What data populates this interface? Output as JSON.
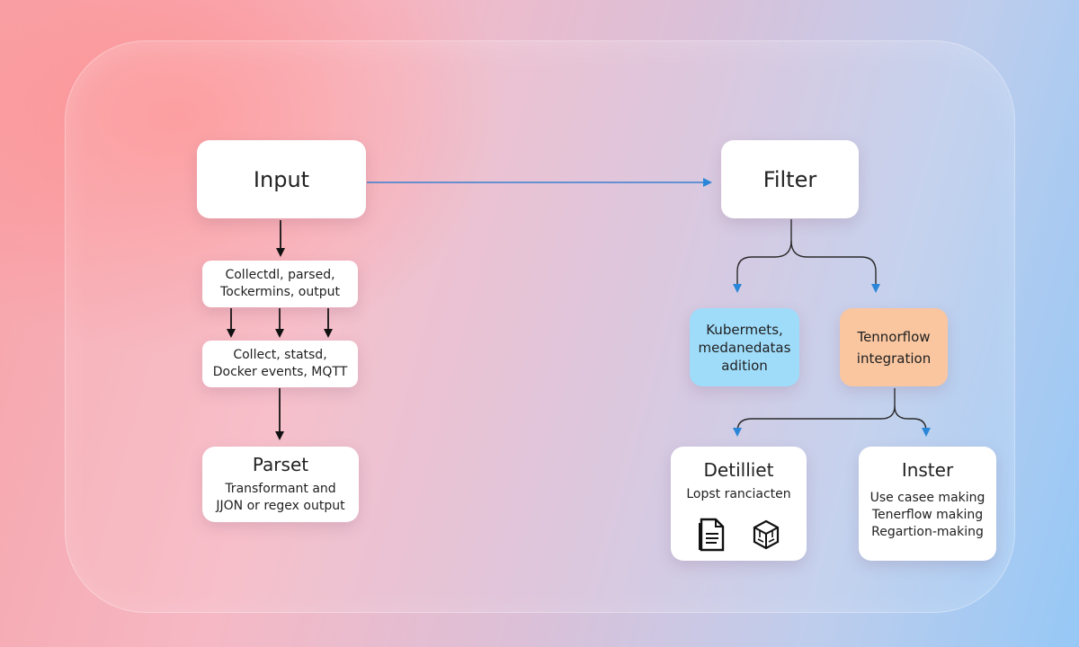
{
  "nodes": {
    "input": {
      "title": "Input"
    },
    "filter": {
      "title": "Filter"
    },
    "collect1": {
      "line1": "Collectdl, parsed,",
      "line2": "Tockermins, output"
    },
    "collect2": {
      "line1": "Collect, statsd,",
      "line2": "Docker events, MQTT"
    },
    "parset": {
      "title": "Parset",
      "line1": "Transformant and",
      "line2": "JJON or regex output"
    },
    "kube": {
      "line1": "Kubermets,",
      "line2": "medanedatas",
      "line3": "adition",
      "color": "#9fdcfa"
    },
    "tensor": {
      "line1": "Tennorflow",
      "line2": "integration",
      "color": "#f9c6a0"
    },
    "detil": {
      "title": "Detilliet",
      "subtitle": "Lopst ranciacten",
      "icons": [
        "document-icon",
        "cube-icon"
      ]
    },
    "inster": {
      "title": "Inster",
      "line1": "Use casee making",
      "line2": "Tenerflow making",
      "line3": "Regartion-making"
    }
  },
  "colors": {
    "black_arrow": "#111111",
    "blue_arrow": "#2a86d8",
    "connector_line": "#2a2a2a"
  }
}
